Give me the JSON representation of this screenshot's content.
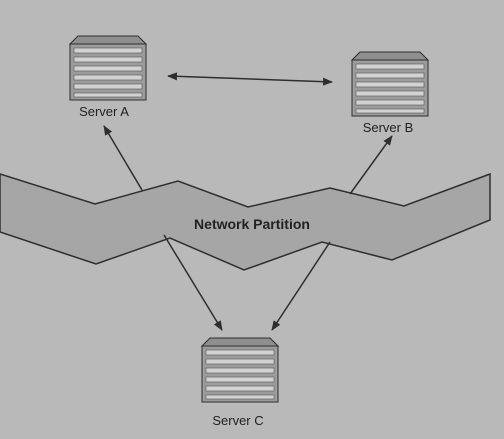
{
  "servers": {
    "a": {
      "label": "Server A"
    },
    "b": {
      "label": "Server B"
    },
    "c": {
      "label": "Server C"
    }
  },
  "partition": {
    "label": "Network Partition"
  },
  "colors": {
    "background": "#b9b9b9",
    "band_fill": "#a6a6a6",
    "stroke": "#2e2e2e",
    "server_fill": "#9c9c9c",
    "server_stripe": "#d2d2d2"
  }
}
